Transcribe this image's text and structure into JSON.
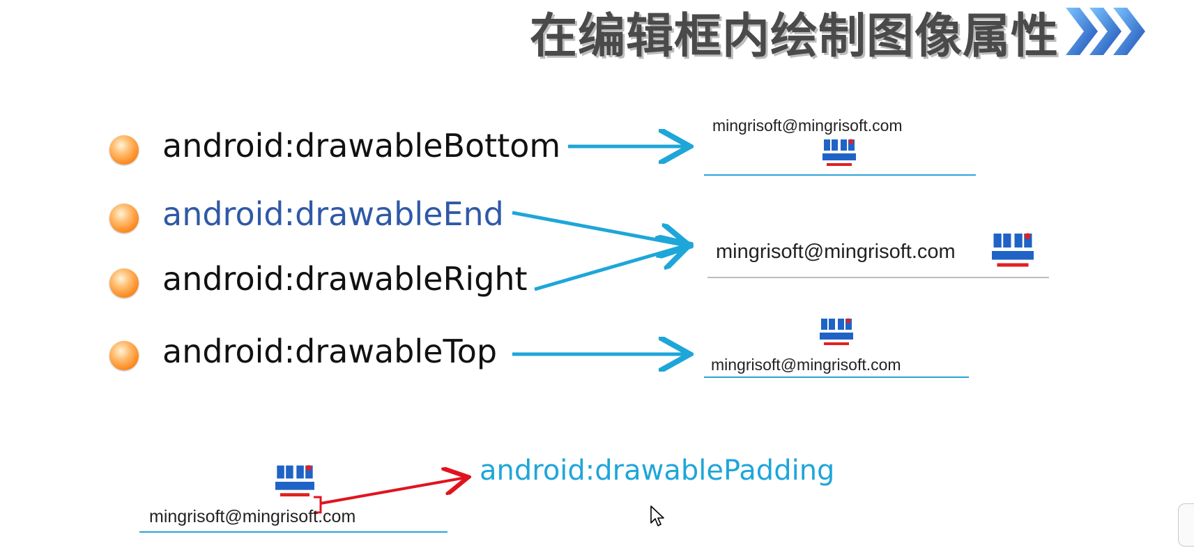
{
  "slide": {
    "title": "在编辑框内绘制图像属性",
    "attributes": [
      {
        "label": "android:drawableBottom",
        "highlighted": false
      },
      {
        "label": "android:drawableEnd",
        "highlighted": true
      },
      {
        "label": "android:drawableRight",
        "highlighted": false
      },
      {
        "label": "android:drawableTop",
        "highlighted": false
      }
    ],
    "examples": {
      "bottom_email": "mingrisoft@mingrisoft.com",
      "right_email": "mingrisoft@mingrisoft.com",
      "top_email": "mingrisoft@mingrisoft.com",
      "padding_email": "mingrisoft@mingrisoft.com"
    },
    "padding_label": "android:drawablePadding",
    "colors": {
      "arrow_blue": "#1ea6d9",
      "arrow_red": "#e0141e",
      "bullet_orange": "#ff8a1e",
      "highlight_text": "#2f59a6"
    },
    "icons": [
      "chevron-right-icon",
      "mingri-logo-icon",
      "mouse-cursor-icon"
    ]
  }
}
